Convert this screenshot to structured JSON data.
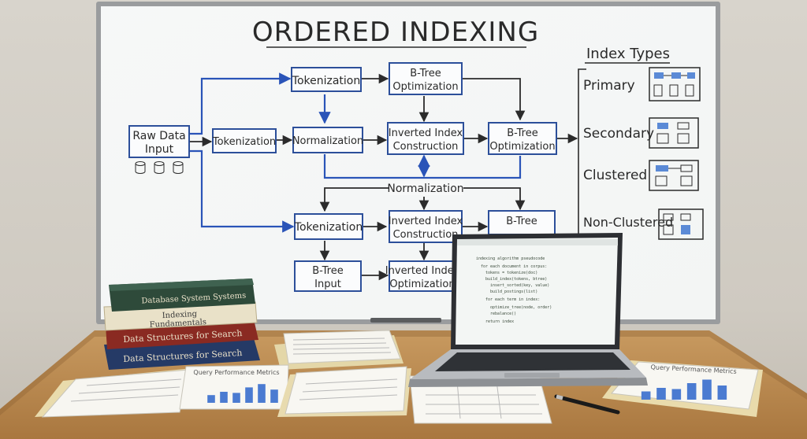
{
  "board": {
    "title": "ORDERED INDEXING",
    "flow": {
      "raw_data_input": "Raw Data Input",
      "tokenization": "Tokenization",
      "normalization": "Normalization",
      "btree_optimization": "B-Tree Optimization",
      "inverted_index_construction": "Inverted Index Construction",
      "btree_input": "B-Tree Input",
      "inverted_index_optimization": "Inverted Index Optimization"
    },
    "index_types": {
      "heading": "Index Types",
      "items": [
        "Primary",
        "Secondary",
        "Clustered",
        "Non-Clustered"
      ]
    }
  },
  "books": [
    "Database System Systems",
    "Indexing Fundamentals",
    "Data Structures for Search",
    "Data Structures for Search"
  ],
  "papers": {
    "report_title": "Query Performance Metrics",
    "bar_levels": [
      0.35,
      0.5,
      0.45,
      0.7,
      0.85,
      0.6
    ]
  },
  "colors": {
    "board": "#f7f8f8",
    "ink_blue": "#2a54b8",
    "ink_black": "#2b2b2b",
    "desk": "#b98a52",
    "book_green": "#2e4a3a",
    "book_cream": "#e9e1c8",
    "book_red": "#8a2a22",
    "book_blue": "#253a66"
  }
}
